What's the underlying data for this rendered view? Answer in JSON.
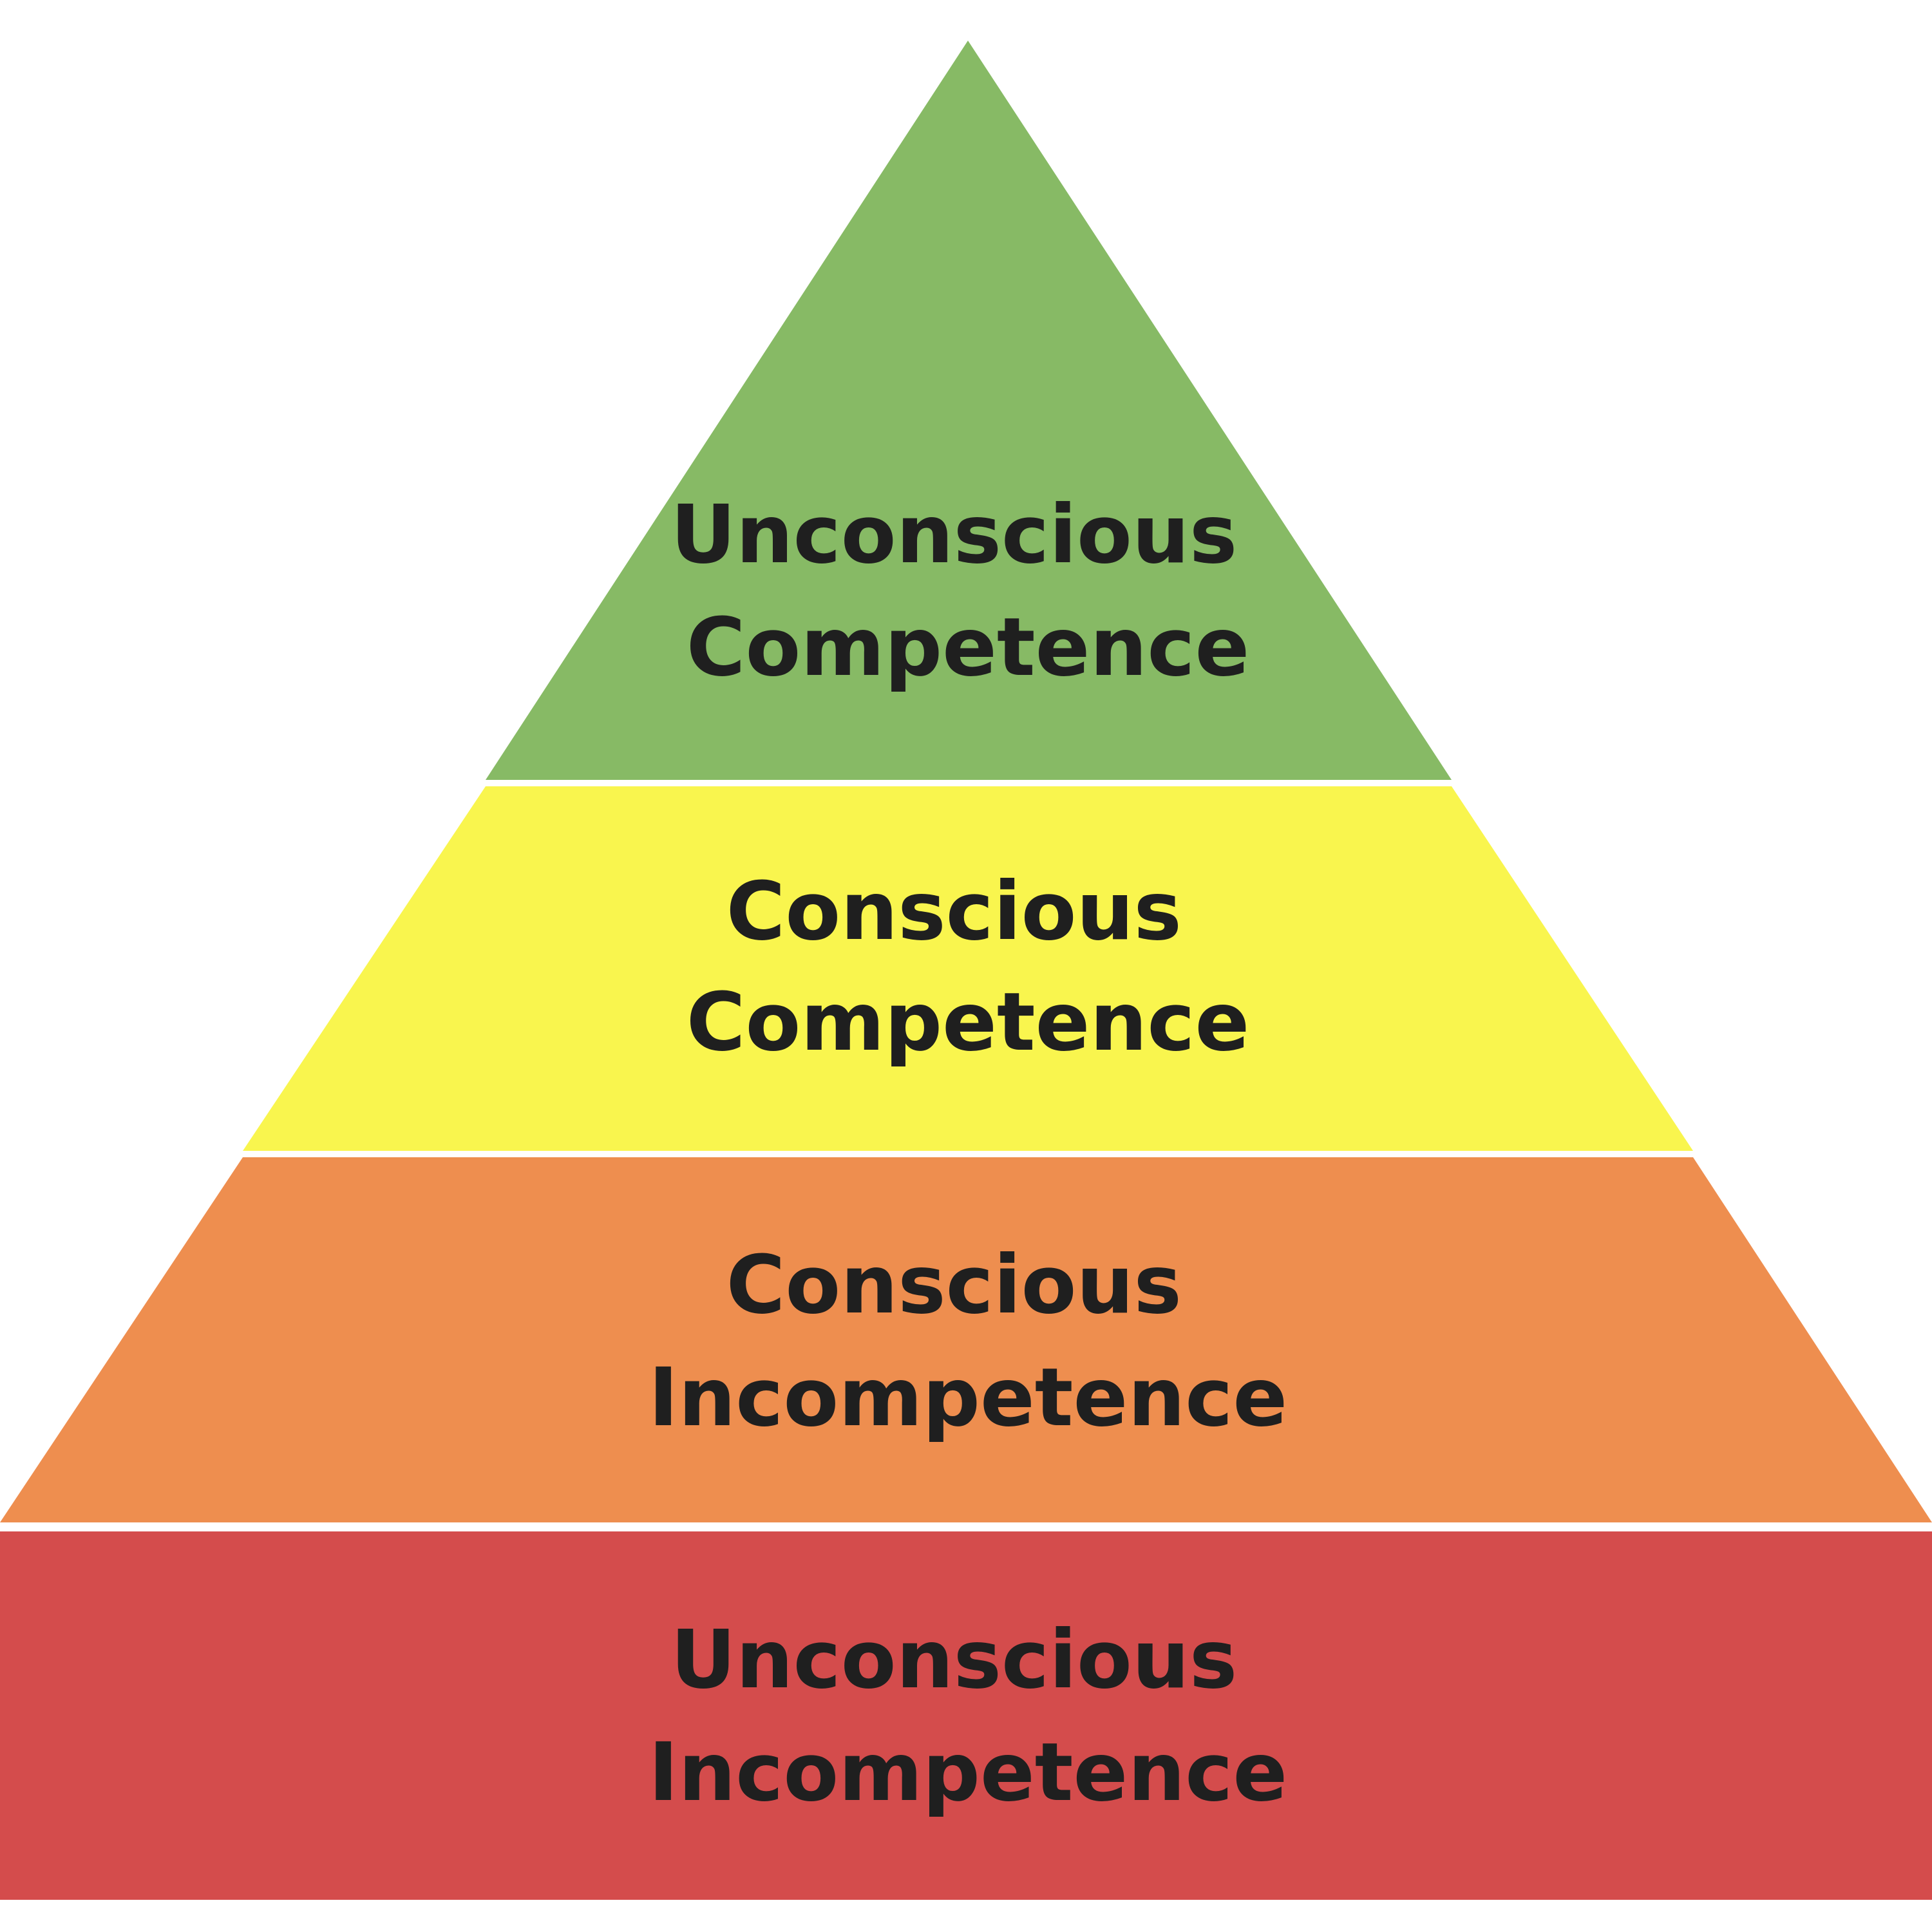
{
  "diagram": {
    "type": "pyramid",
    "levels": [
      {
        "line1": "Unconscious",
        "line2": "Competence",
        "color": "#87BA65"
      },
      {
        "line1": "Conscious",
        "line2": "Competence",
        "color": "#F9F54E"
      },
      {
        "line1": "Conscious",
        "line2": "Incompetence",
        "color": "#EE8E4F"
      },
      {
        "line1": "Unconscious",
        "line2": "Incompetence",
        "color": "#D44C4C"
      }
    ]
  }
}
